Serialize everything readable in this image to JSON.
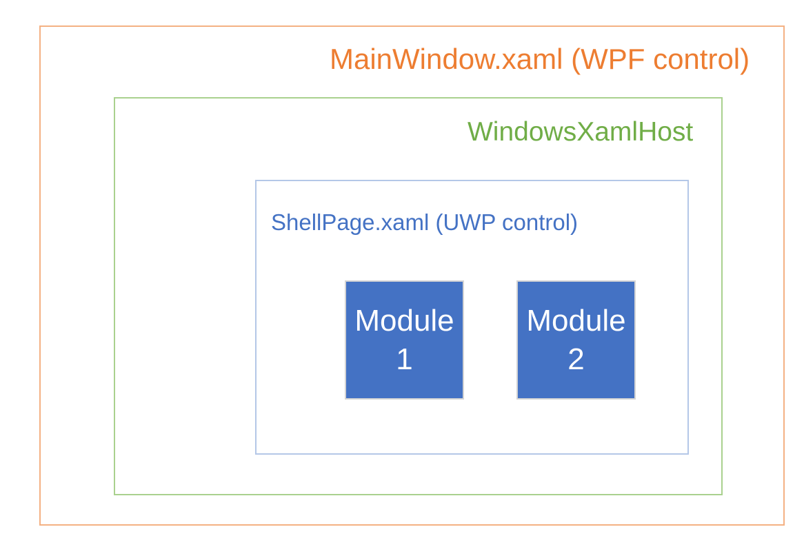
{
  "diagram": {
    "description": "Nested XAML Islands hosting diagram",
    "main_window": {
      "label": "MainWindow.xaml (WPF control)",
      "text_color": "#ED7D31",
      "border_color": "#F4B183"
    },
    "xaml_host": {
      "label": "WindowsXamlHost",
      "text_color": "#70AD47",
      "border_color": "#A9D18E"
    },
    "shell_page": {
      "label": "ShellPage.xaml (UWP control)",
      "text_color": "#4472C4",
      "border_color": "#B4C7E7",
      "modules": [
        {
          "label": "Module 1",
          "fill_color": "#4472C4",
          "border_color": "#D4D4D4",
          "text_color": "#FFFFFF"
        },
        {
          "label": "Module 2",
          "fill_color": "#4472C4",
          "border_color": "#D4D4D4",
          "text_color": "#FFFFFF"
        }
      ]
    },
    "background_color": "#FFFFFF"
  }
}
